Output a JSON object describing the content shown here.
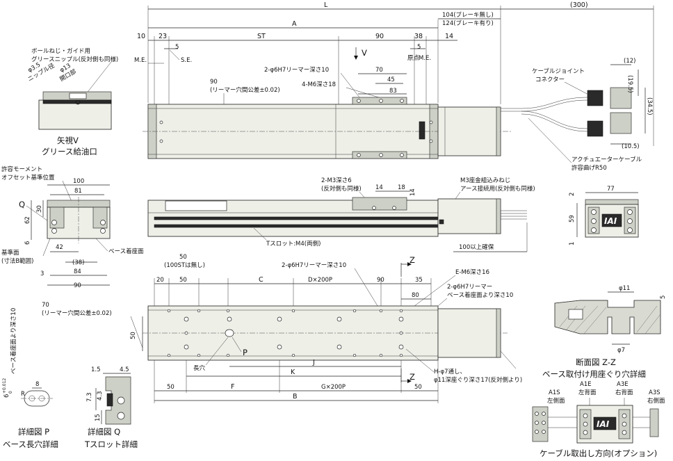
{
  "top": {
    "L": "L",
    "A": "A",
    "len_300": "(300)",
    "brake_none": "104(ブレーキ無し)",
    "brake_with": "124(ブレーキ有り)",
    "d10": "10",
    "d23": "23",
    "ST": "ST",
    "d90": "90",
    "d38": "38",
    "d14": "14",
    "d5a": "5",
    "d5b": "5",
    "ME_left": "M.E.",
    "SE": "S.E.",
    "ME_right": "M.E.",
    "origin": "原点",
    "view_v": "V",
    "reamer_6h7": "2-φ6H7リーマー深さ10",
    "d70": "70",
    "d45": "45",
    "m6_depth18": "4-M6深さ18",
    "d83": "83",
    "reamer_pitch_90": "90",
    "reamer_pitch_tol": "(リーマー穴間公差±0.02)",
    "cable_joint": "ケーブルジョイント",
    "connector": "コネクター",
    "d12": "(12)",
    "d19_5": "(19.5)",
    "d34_5": "(34.5)",
    "d10_5": "(10.5)",
    "actuator_cable": "アクチュエーターケーブル",
    "bend_radius": "許容曲げR50"
  },
  "view_v": {
    "ball_screw_guide": "ボールねじ・ガイド用",
    "grease_nipple": "グリースニップル(反対側も同様)",
    "phi3_5": "φ3.5",
    "nipple_dia": "ニップル径",
    "phi13": "φ13",
    "opening": "開口部",
    "title": "矢視V",
    "subtitle": "グリース給油口"
  },
  "middle": {
    "m3_depth6": "2-M3深さ6",
    "m3_opposite": "(反対側も同様)",
    "d14a": "14",
    "d18": "18",
    "d14b": "14",
    "m3_screw": "M3座金組込みねじ",
    "ground_screw": "アース接続用(反対側も同様)",
    "t_slot": "Tスロット:M4(両側)",
    "clearance": "100以上確保"
  },
  "left_end": {
    "moment_offset": "許容モーメント",
    "offset_ref": "オフセット基準位置",
    "d100": "100",
    "d81": "81",
    "Q": "Q",
    "d30": "30",
    "d62": "62",
    "d6": "6",
    "d42": "42",
    "d38p": "(38)",
    "d84": "84",
    "d3": "3",
    "d90": "90",
    "ref_face": "基準面",
    "ref_range": "(寸法B範囲)",
    "base_mount": "ベース着座面"
  },
  "right_end": {
    "d77": "77",
    "d2": "2",
    "d59": "59",
    "d1": "1",
    "logo": "IAI"
  },
  "bottom": {
    "d50_top": "50",
    "no_100st": "(100STは無し)",
    "d20": "20",
    "d50": "50",
    "C": "C",
    "D200P": "D×200P",
    "d90": "90",
    "d35": "35",
    "d80": "80",
    "reamer_6h7_top": "2-φ6H7リーマー深さ10",
    "e_m6": "E-M6深さ16",
    "reamer_6h7_base_a": "2-φ6H7リーマー",
    "reamer_6h7_base_b": "ベース着座面より深さ10",
    "Z_top": "Z",
    "Z_bottom": "Z",
    "d70": "70",
    "reamer_tol": "(リーマー穴間公差±0.02)",
    "d50_side": "50",
    "P": "P",
    "slot": "長穴",
    "J": "J",
    "K": "K",
    "d50_left": "50",
    "F": "F",
    "G200P": "G×200P",
    "d50_right": "50",
    "B": "B",
    "h_phi7": "H-φ7通し、",
    "h_phi11": "φ11深座ぐり深さ17(反対側より)"
  },
  "detail_p": {
    "tol": "6",
    "tol_sup": "+0.012",
    "tol_sub": "0",
    "base_depth": "ベース着座面より深さ10",
    "d8": "8",
    "R": "R",
    "title": "詳細図 P",
    "subtitle": "ベース長穴詳細"
  },
  "detail_q": {
    "d1_5": "1.5",
    "d4_5": "4.5",
    "d7_3": "7.3",
    "d4_3": "4.3",
    "d15": "15",
    "title": "詳細図 Q",
    "subtitle": "Tスロット詳細"
  },
  "section_z": {
    "phi11": "φ11",
    "d5": "5",
    "phi7": "φ7",
    "title": "断面図 Z-Z",
    "subtitle": "ベース取付け用座ぐり穴詳細"
  },
  "cable_dir": {
    "a1s": "A1S",
    "a1s_pos": "左側面",
    "a1e": "A1E",
    "a1e_pos": "左背面",
    "a3e": "A3E",
    "a3e_pos": "右背面",
    "a3s": "A3S",
    "a3s_pos": "右側面",
    "logo": "IAI",
    "title": "ケーブル取出し方向(オプション)"
  }
}
